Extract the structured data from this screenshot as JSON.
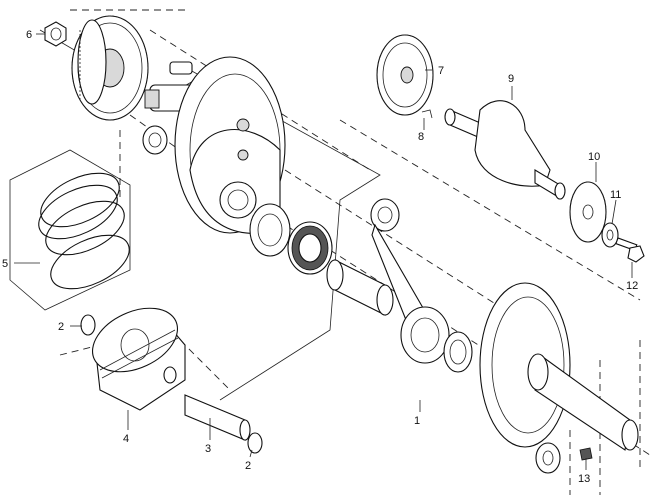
{
  "callouts": [
    {
      "id": "label-1",
      "text": "1"
    },
    {
      "id": "label-2a",
      "text": "2"
    },
    {
      "id": "label-2b",
      "text": "2"
    },
    {
      "id": "label-3",
      "text": "3"
    },
    {
      "id": "label-4",
      "text": "4"
    },
    {
      "id": "label-5",
      "text": "5"
    },
    {
      "id": "label-6",
      "text": "6"
    },
    {
      "id": "label-7",
      "text": "7"
    },
    {
      "id": "label-8",
      "text": "8"
    },
    {
      "id": "label-9",
      "text": "9"
    },
    {
      "id": "label-10",
      "text": "10"
    },
    {
      "id": "label-11",
      "text": "11"
    },
    {
      "id": "label-12",
      "text": "12"
    },
    {
      "id": "label-13",
      "text": "13"
    }
  ]
}
